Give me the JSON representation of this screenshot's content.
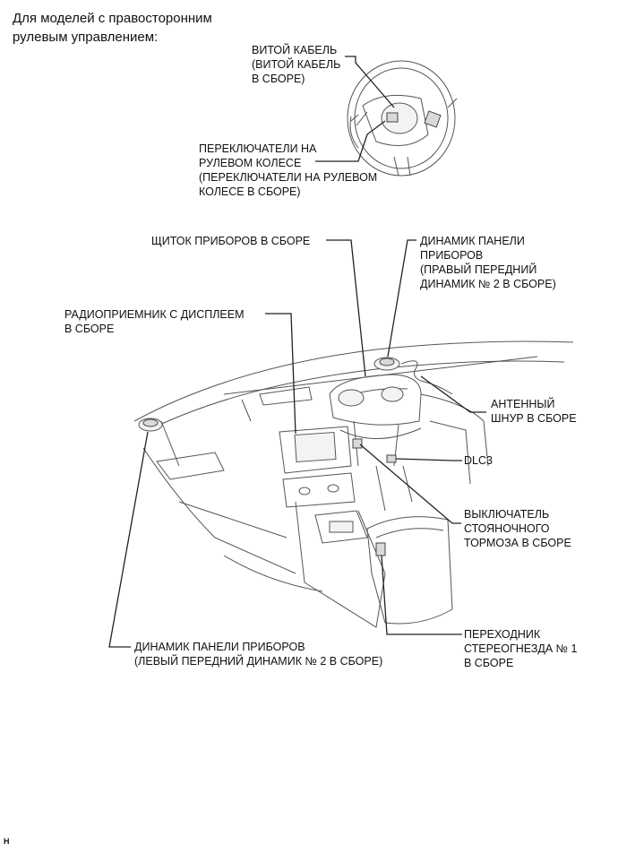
{
  "heading": [
    "Для моделей с правосторонним",
    "рулевым управлением:"
  ],
  "labels": {
    "spiral_cable": [
      "ВИТОЙ КАБЕЛЬ",
      "(ВИТОЙ КАБЕЛЬ",
      "В СБОРЕ)"
    ],
    "steering_switches": [
      "ПЕРЕКЛЮЧАТЕЛИ НА",
      "РУЛЕВОМ КОЛЕСЕ",
      "(ПЕРЕКЛЮЧАТЕЛИ НА РУЛЕВОМ",
      "КОЛЕСЕ В СБОРЕ)"
    ],
    "combination_meter": [
      "ЩИТОК ПРИБОРОВ В СБОРЕ"
    ],
    "right_speaker": [
      "ДИНАМИК ПАНЕЛИ",
      "ПРИБОРОВ",
      "(ПРАВЫЙ ПЕРЕДНИЙ",
      "ДИНАМИК № 2 В СБОРЕ)"
    ],
    "radio": [
      "РАДИОПРИЕМНИК С ДИСПЛЕЕМ",
      "В СБОРЕ"
    ],
    "antenna": [
      "АНТЕННЫЙ",
      "ШНУР В СБОРЕ"
    ],
    "dlc3": [
      "DLC3"
    ],
    "parking_brake": [
      "ВЫКЛЮЧАТЕЛЬ",
      "СТОЯНОЧНОГО",
      "ТОРМОЗА В СБОРЕ"
    ],
    "stereo_jack": [
      "ПЕРЕХОДНИК",
      "СТЕРЕОГНЕЗДА № 1",
      "В СБОРЕ"
    ],
    "left_speaker": [
      "ДИНАМИК ПАНЕЛИ ПРИБОРОВ",
      "(ЛЕВЫЙ ПЕРЕДНИЙ ДИНАМИК № 2 В СБОРЕ)"
    ]
  },
  "figure_id": "H"
}
